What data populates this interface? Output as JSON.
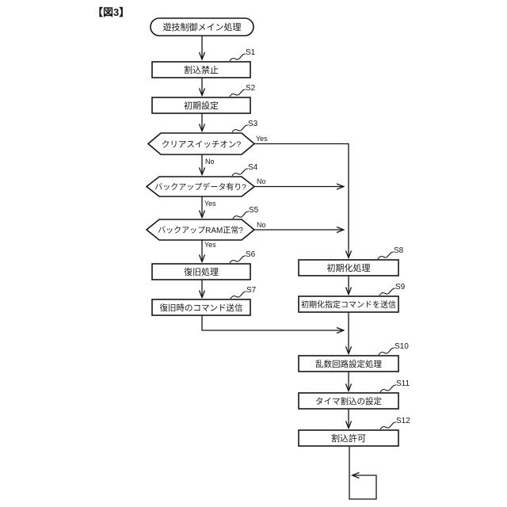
{
  "figure": {
    "tag": "【図3】"
  },
  "colors": {
    "line": "#151515",
    "background": "#ffffff"
  },
  "flow": {
    "start": {
      "label": "遊技制御メイン処理"
    },
    "steps": {
      "s1": {
        "id": "S1",
        "type": "process",
        "label": "割込禁止"
      },
      "s2": {
        "id": "S2",
        "type": "process",
        "label": "初期設定"
      },
      "s3": {
        "id": "S3",
        "type": "decision",
        "label": "クリアスイッチオン?"
      },
      "s4": {
        "id": "S4",
        "type": "decision",
        "label": "バックアップデータ有り?"
      },
      "s5": {
        "id": "S5",
        "type": "decision",
        "label": "バックアップRAM正常?"
      },
      "s6": {
        "id": "S6",
        "type": "process",
        "label": "復旧処理"
      },
      "s7": {
        "id": "S7",
        "type": "process",
        "label": "復旧時のコマンド送信"
      },
      "s8": {
        "id": "S8",
        "type": "process",
        "label": "初期化処理"
      },
      "s9": {
        "id": "S9",
        "type": "process",
        "label": "初期化指定コマンドを送信"
      },
      "s10": {
        "id": "S10",
        "type": "process",
        "label": "乱数回路設定処理"
      },
      "s11": {
        "id": "S11",
        "type": "process",
        "label": "タイマ割込の設定"
      },
      "s12": {
        "id": "S12",
        "type": "process",
        "label": "割込許可"
      }
    },
    "branches": {
      "s3_yes": "Yes",
      "s3_no": "No",
      "s4_no": "No",
      "s4_yes": "Yes",
      "s5_no": "No",
      "s5_yes": "Yes"
    }
  }
}
